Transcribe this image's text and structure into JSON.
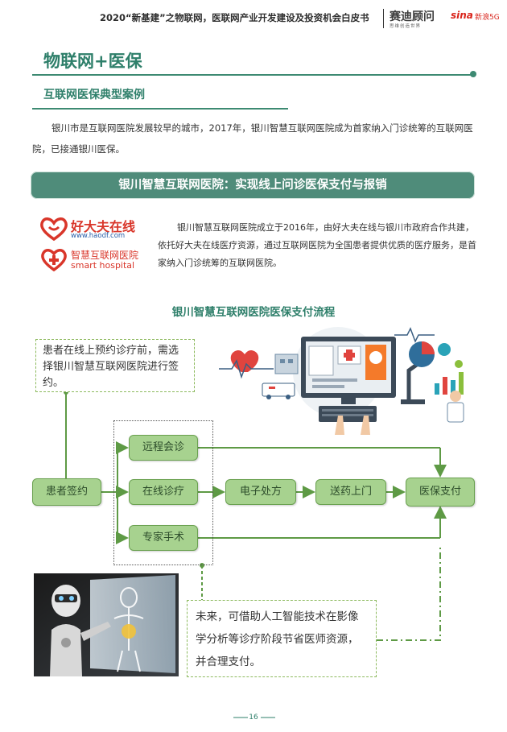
{
  "header": {
    "title": "2020“新基建”之物联网，医联网产业开发建设及投资机会白皮书",
    "brand": "赛迪顾问",
    "brand_sub": "思维创造世界",
    "sina": "sina",
    "sina_suffix": "新浪5G"
  },
  "section": {
    "title": "物联网+医保",
    "subtitle": "互联网医保典型案例",
    "paragraph": "银川市是互联网医院发展较早的城市，2017年，银川智慧互联网医院成为首家纳入门诊统筹的互联网医院，已接通银川医保。"
  },
  "banner": {
    "text": "银川智慧互联网医院：实现线上问诊医保支付与报销"
  },
  "logos": {
    "haodf_name": "好大夫在线",
    "haodf_url": "www.haodf.com",
    "smart_name": "智慧互联网医院",
    "smart_en": "smart hospital"
  },
  "description": "银川智慧互联网医院成立于2016年，由好大夫在线与银川市政府合作共建，依托好大夫在线医疗资源，通过互联网医院为全国患者提供优质的医疗服务，是首家纳入门诊统筹的互联网医院。",
  "flow": {
    "title": "银川智慧互联网医院医保支付流程",
    "note_top": "患者在线上预约诊疗前，需选择银川智慧互联网医院进行签约。",
    "note_bottom": "未来，可借助人工智能技术在影像学分析等诊疗阶段节省医师资源，并合理支付。",
    "nodes": {
      "sign": "患者签约",
      "remote": "远程会诊",
      "online": "在线诊疗",
      "expert": "专家手术",
      "prescription": "电子处方",
      "delivery": "送药上门",
      "payment": "医保支付"
    }
  },
  "footer": {
    "page": "16"
  },
  "colors": {
    "accent": "#2e7f6a",
    "node_fill": "#a7d28f",
    "banner": "#4f8c7a",
    "logo_red": "#d9362a"
  }
}
